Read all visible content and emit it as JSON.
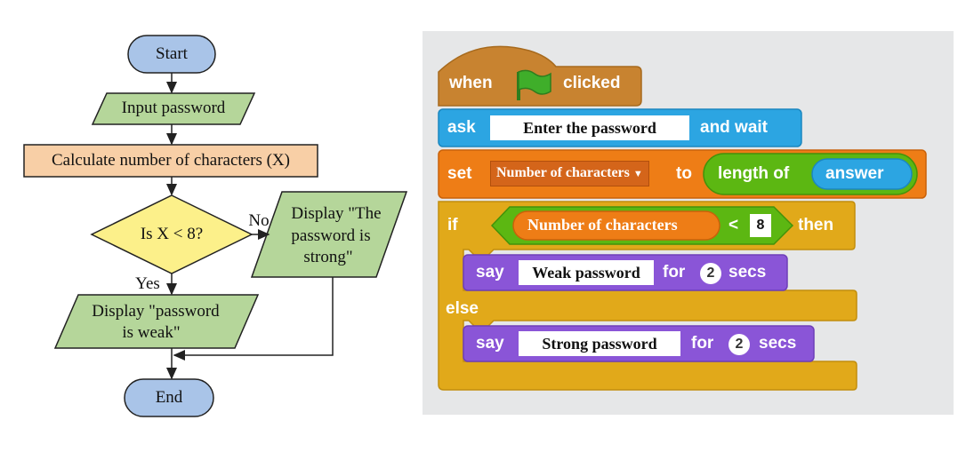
{
  "flowchart": {
    "start": "Start",
    "input": "Input password",
    "calculate": "Calculate number of characters (X)",
    "decision": "Is X < 8?",
    "no_label": "No",
    "yes_label": "Yes",
    "strong_line1": "Display \"The",
    "strong_line2": "password is",
    "strong_line3": "strong\"",
    "weak_line1": "Display \"password",
    "weak_line2": "is weak\"",
    "end": "End"
  },
  "scratch": {
    "hat": {
      "when": "when",
      "clicked": "clicked",
      "icon": "green-flag-icon"
    },
    "ask": {
      "label": "ask",
      "value": "Enter the password",
      "suffix": "and wait"
    },
    "set": {
      "label": "set",
      "variable": "Number of characters",
      "to": "to",
      "length_of": "length of",
      "answer": "answer"
    },
    "if": {
      "label": "if",
      "variable": "Number of characters",
      "op": "<",
      "value": "8",
      "then": "then"
    },
    "say_weak": {
      "label": "say",
      "value": "Weak password",
      "for": "for",
      "secs_value": "2",
      "secs": "secs"
    },
    "else_label": "else",
    "say_strong": {
      "label": "say",
      "value": "Strong password",
      "for": "for",
      "secs_value": "2",
      "secs": "secs"
    },
    "colors": {
      "events": "#c88330",
      "sensing": "#2ca5e2",
      "data": "#ee7d16",
      "operators": "#5cb712",
      "control": "#e1a91a",
      "looks": "#8a55d7",
      "panel": "#e6e7e8"
    }
  }
}
